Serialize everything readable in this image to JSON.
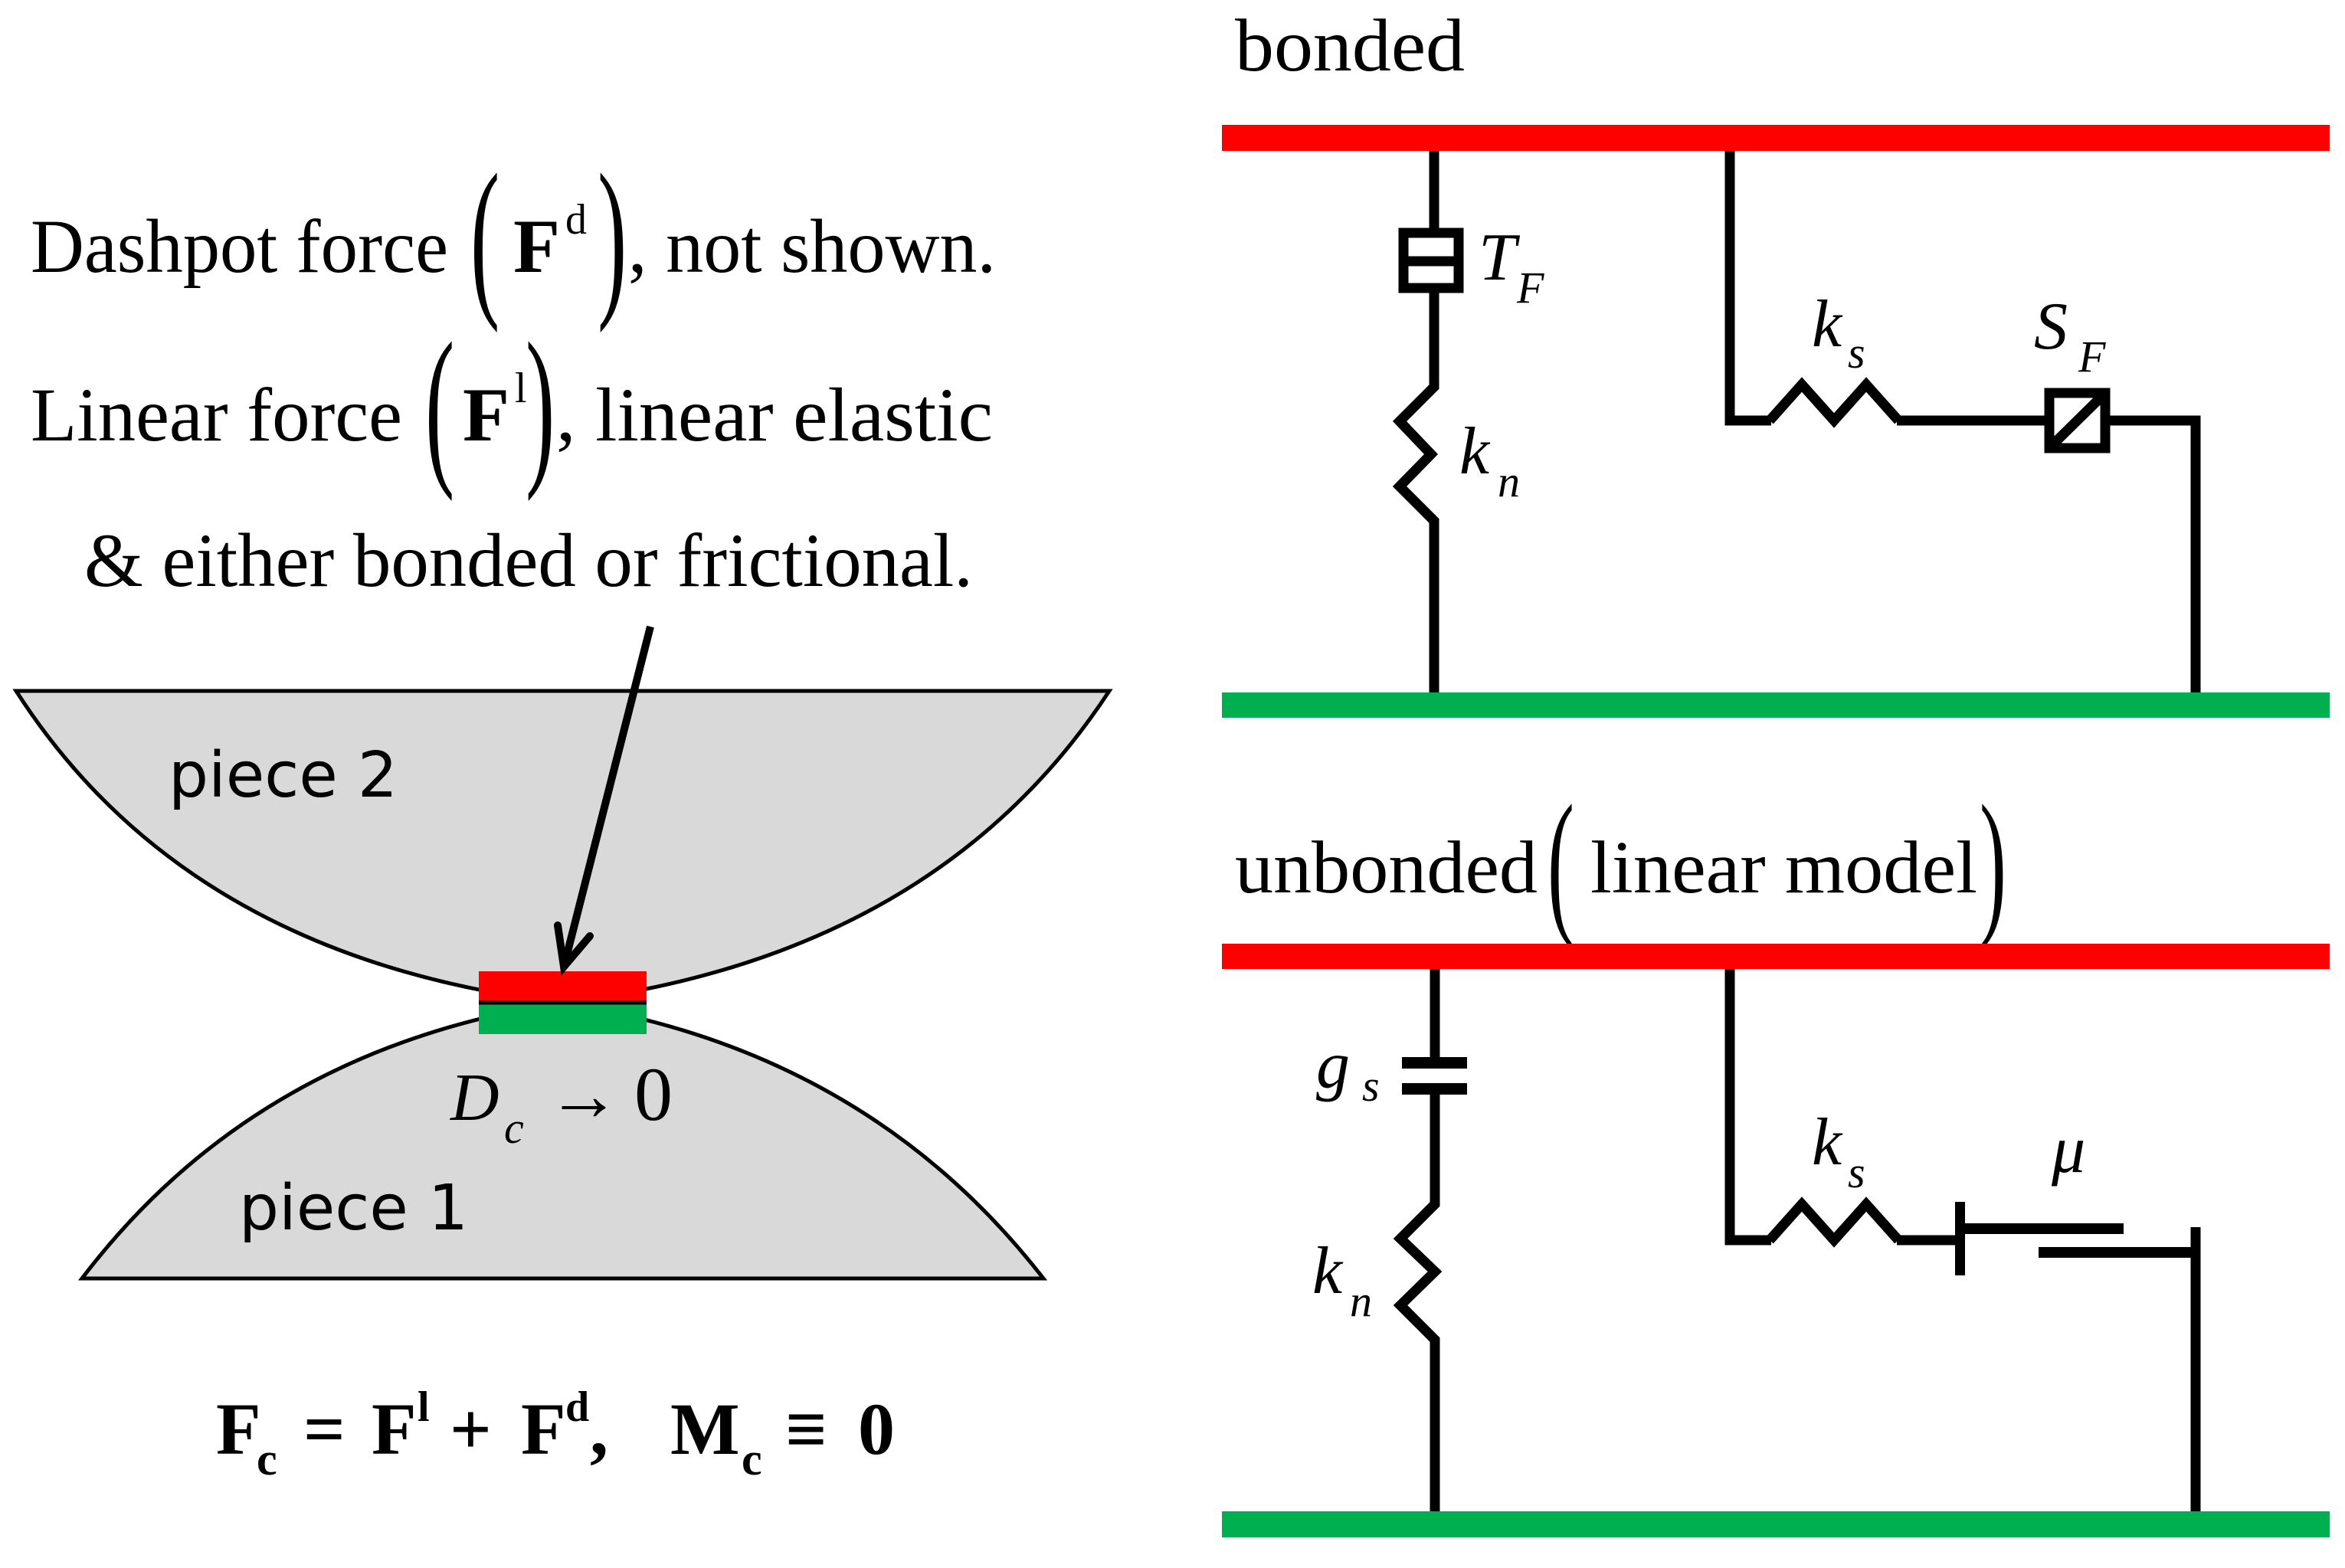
{
  "left_panel": {
    "description_lines": [
      {
        "prefix": "Dashpot force",
        "symbol": "F",
        "superscript": "d",
        "suffix": ", not shown."
      },
      {
        "prefix": "Linear force",
        "symbol": "F",
        "superscript": "l",
        "suffix": ",  linear elastic"
      },
      {
        "text": "& either bonded or frictional."
      }
    ],
    "piece_top_label": "piece 2",
    "piece_bottom_label": "piece 1",
    "gap_label": {
      "symbol": "D",
      "subscript": "c",
      "relation": "→",
      "value": "0"
    },
    "equation": {
      "lhs": "F",
      "lhs_sub": "c",
      "eq": "=",
      "t1": "F",
      "t1_sup": "l",
      "plus": "+",
      "t2": "F",
      "t2_sup": "d",
      "comma": ",",
      "m": "M",
      "m_sub": "c",
      "equiv": "≡",
      "zero": "0"
    },
    "colors": {
      "piece_fill": "#d9d9d9",
      "contact_top": "#ff0000",
      "contact_bottom": "#00b050"
    }
  },
  "bonded_model": {
    "title": "bonded",
    "normal_branch": {
      "tensile_strength": {
        "symbol": "T",
        "subscript": "F"
      },
      "normal_stiffness": {
        "symbol": "k",
        "subscript": "n"
      }
    },
    "shear_branch": {
      "shear_stiffness": {
        "symbol": "k",
        "subscript": "s"
      },
      "shear_strength": {
        "symbol": "S",
        "subscript": "F"
      }
    }
  },
  "unbonded_model": {
    "title": "unbonded",
    "title_paren": "linear model",
    "normal_branch": {
      "gap": {
        "symbol": "g",
        "subscript": "s"
      },
      "normal_stiffness": {
        "symbol": "k",
        "subscript": "n"
      }
    },
    "shear_branch": {
      "shear_stiffness": {
        "symbol": "k",
        "subscript": "s"
      },
      "friction": {
        "symbol": "μ"
      }
    }
  },
  "colors": {
    "piece2_bar": "#ff0000",
    "piece1_bar": "#00b050",
    "wire": "#000000"
  }
}
